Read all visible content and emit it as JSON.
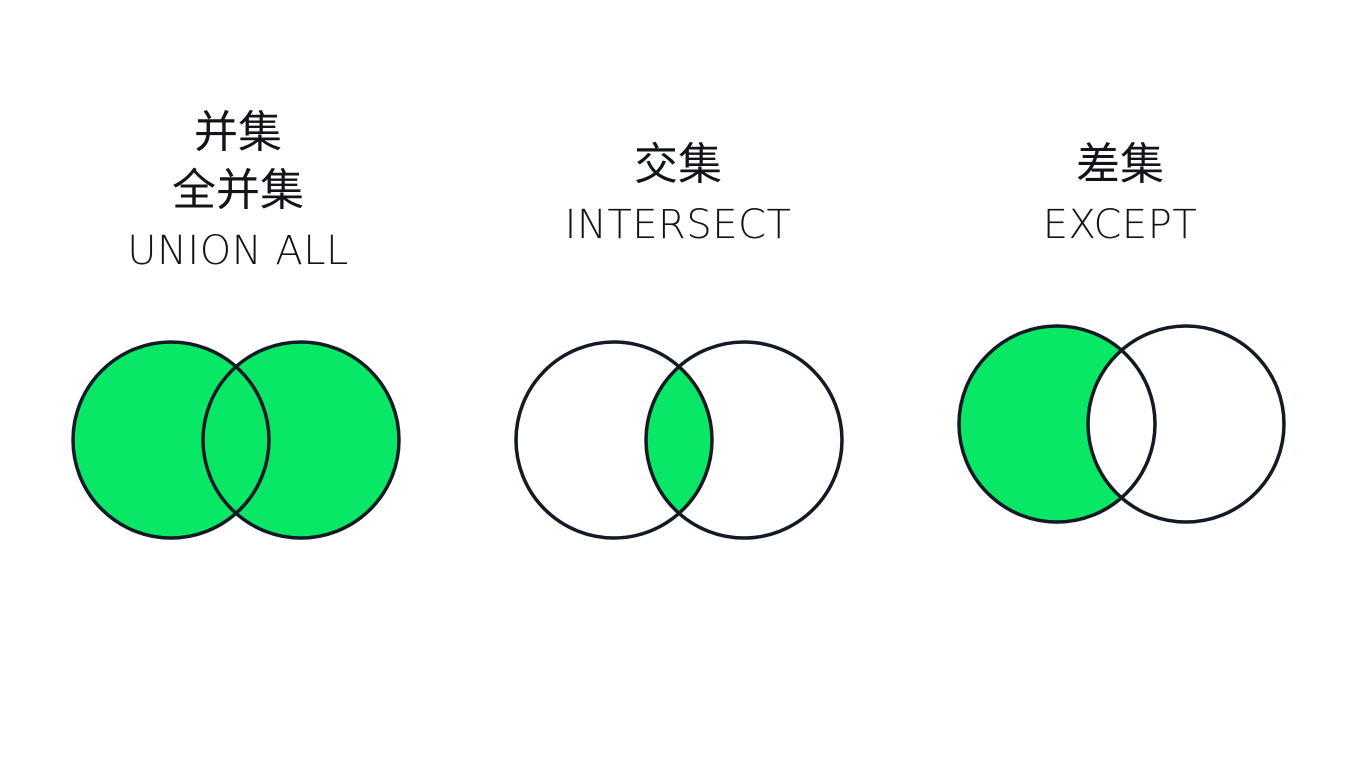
{
  "palette": {
    "fill": "#08E866",
    "stroke": "#141A24",
    "text": "#111418",
    "background": "#FFFFFF"
  },
  "panels": [
    {
      "id": "union",
      "title_lines": [
        "并集",
        "全并集",
        "UNION ALL"
      ],
      "shaded_region": "left and right circles"
    },
    {
      "id": "intersect",
      "title_lines": [
        "交集",
        "INTERSECT"
      ],
      "shaded_region": "overlap"
    },
    {
      "id": "except",
      "title_lines": [
        "差集",
        "EXCEPT"
      ],
      "shaded_region": "left circle minus overlap"
    }
  ]
}
